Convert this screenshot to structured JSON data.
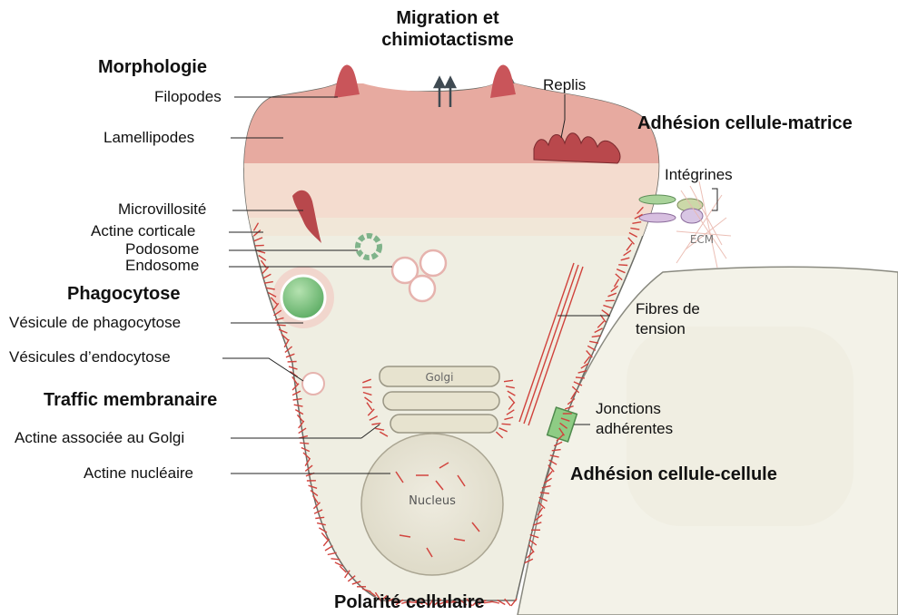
{
  "headings": {
    "migration": "Migration et\nchimiotactisme",
    "morphologie": "Morphologie",
    "adhesion_matrice": "Adhésion cellule-matrice",
    "phagocytose": "Phagocytose",
    "traffic": "Traffic membranaire",
    "adhesion_cellule": "Adhésion cellule-cellule",
    "polarite": "Polarité cellulaire"
  },
  "labels": {
    "filopodes": "Filopodes",
    "lamellipodes": "Lamellipodes",
    "replis": "Replis",
    "integrines": "Intégrines",
    "ecm": "ECM",
    "microvillosite": "Microvillosité",
    "actine_corticale": "Actine corticale",
    "podosome": "Podosome",
    "endosome": "Endosome",
    "vesicule_phago": "Vésicule de phagocytose",
    "vesicules_endo": "Vésicules d’endocytose",
    "fibres_tension": "Fibres de\ntension",
    "jonctions": "Jonctions\nadhérentes",
    "actine_golgi": "Actine associée au Golgi",
    "actine_nucleaire": "Actine nucléaire",
    "golgi": "Golgi",
    "nucleus": "Nucleus"
  },
  "colors": {
    "cell_fill": "#efeee0",
    "lamellipod": "#e3a29a",
    "lamellipod_light": "#f1d2c8",
    "filopod": "#c9585a",
    "actin": "#d4453f",
    "neighbor_cell": "#f2f1e6",
    "phago_green": "#7dc47f",
    "junction_green": "#8fcf85",
    "golgi_fill": "#e9e6d4",
    "nucleus_fill": "#e8e5d5"
  }
}
